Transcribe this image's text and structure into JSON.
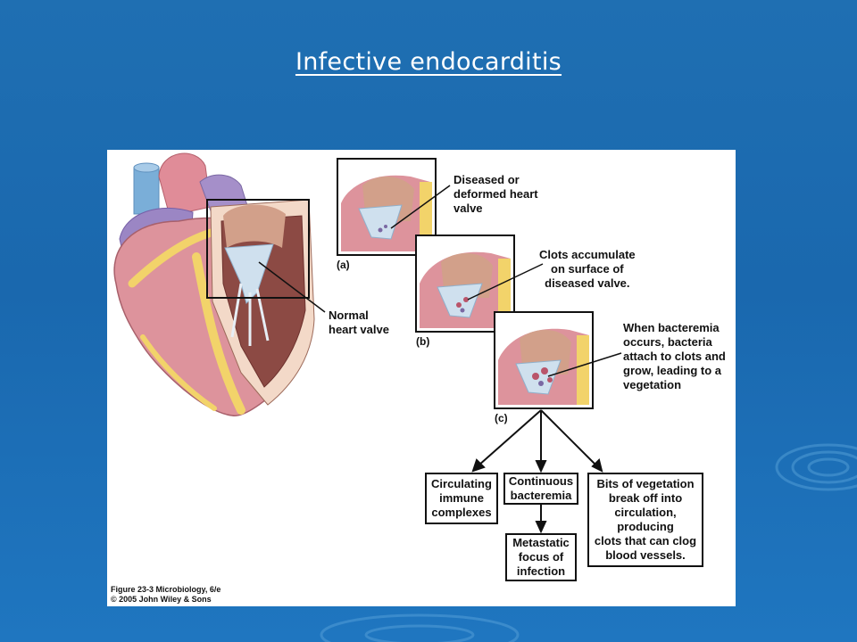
{
  "slide": {
    "title": "Infective endocarditis"
  },
  "figure": {
    "labels": {
      "normal_valve_line1": "Normal",
      "normal_valve_line2": "heart valve",
      "panel_a": "(a)",
      "panel_b": "(b)",
      "panel_c": "(c)",
      "diseased_line1": "Diseased or",
      "diseased_line2": "deformed heart",
      "diseased_line3": "valve",
      "clots_line1": "Clots accumulate",
      "clots_line2": "on surface of",
      "clots_line3": "diseased valve.",
      "bacteremia_line1": "When bacteremia",
      "bacteremia_line2": "occurs, bacteria",
      "bacteremia_line3": "attach to clots and",
      "bacteremia_line4": "grow, leading to a",
      "bacteremia_line5": "vegetation"
    },
    "boxes": {
      "immune": "Circulating\nimmune\ncomplexes",
      "continuous": "Continuous\nbacteremia",
      "metastatic": "Metastatic\nfocus of\ninfection",
      "vegetation": "Bits of vegetation\nbreak off into\ncirculation,\nproducing\nclots that can clog\nblood vessels."
    },
    "caption_line1": "Figure 23-3  Microbiology, 6/e",
    "caption_line2": "© 2005 John Wiley & Sons"
  },
  "colors": {
    "background": "#1f6fb2",
    "title_text": "#ffffff",
    "heart_muscle": "#d98c95",
    "fat": "#f2d36a",
    "vessel_blue": "#7aaed8",
    "vessel_purple": "#9b86c4"
  }
}
